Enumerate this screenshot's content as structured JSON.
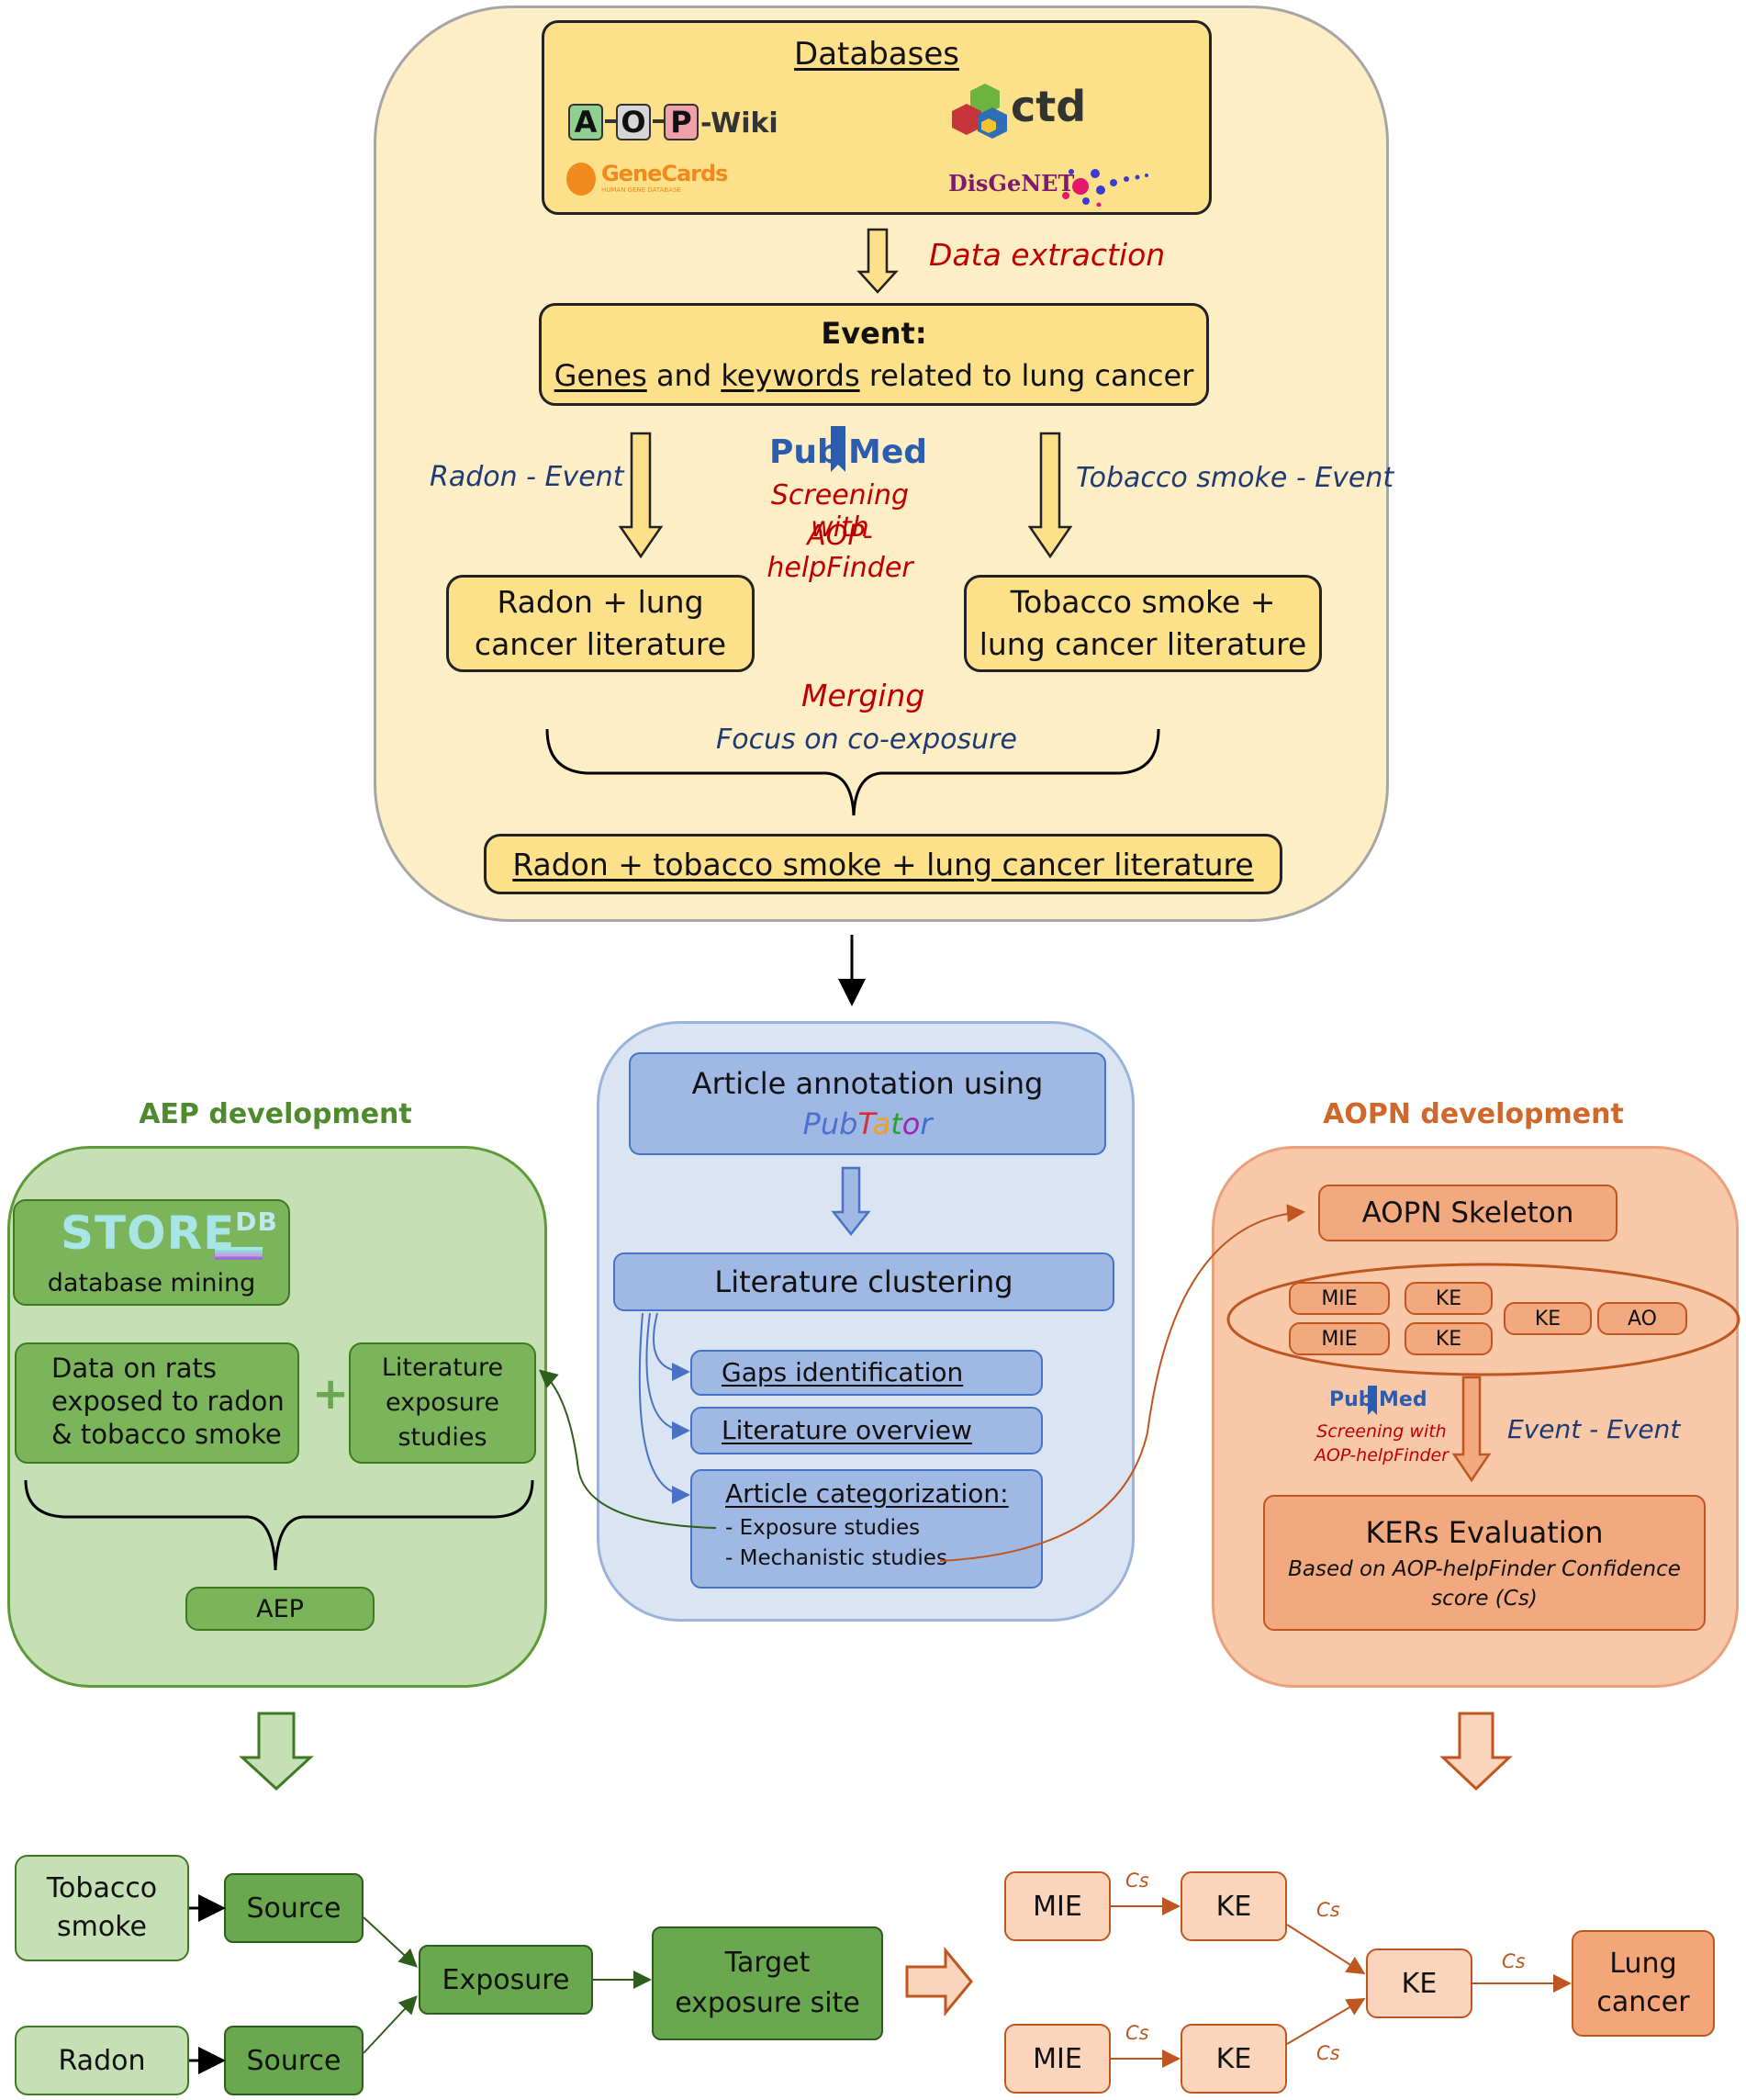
{
  "top": {
    "databases_title": "Databases",
    "logos": {
      "aop_letters": [
        "A",
        "O",
        "P"
      ],
      "aop_suffix": "-Wiki",
      "ctd": "ctd",
      "genecards": "GeneCards",
      "genecards_sub": "HUMAN GENE DATABASE",
      "disgenet": "DisGeNET"
    },
    "data_extraction": "Data extraction",
    "event_title": "Event:",
    "event_desc_genes": "Genes",
    "event_desc_and": " and ",
    "event_desc_keywords": "keywords",
    "event_desc_rest": " related to lung cancer",
    "radon_event": "Radon - Event",
    "tobacco_event": "Tobacco smoke - Event",
    "pubmed_pub": "Pub",
    "pubmed_med": "Med",
    "screening_line1": "Screening with",
    "screening_line2": "AOP-helpFinder",
    "radon_lit_line1": "Radon + lung",
    "radon_lit_line2": "cancer literature",
    "tobacco_lit_line1": "Tobacco smoke +",
    "tobacco_lit_line2": "lung cancer literature",
    "merging": "Merging",
    "focus": "Focus on co-exposure",
    "combined": "Radon + tobacco smoke + lung cancer literature"
  },
  "middle": {
    "annotation_line1": "Article annotation using",
    "pubtator_letters": [
      "P",
      "u",
      "b",
      "T",
      "a",
      "t",
      "o",
      "r"
    ],
    "clustering": "Literature clustering",
    "gaps": "Gaps identification",
    "overview": "Literature overview",
    "categorization": "Article categorization:",
    "exposure_studies": "- Exposure studies",
    "mechanistic_studies": "- Mechanistic studies"
  },
  "left": {
    "title": "AEP development",
    "store_text": "STORE",
    "store_sup": "DB",
    "db_mining": "database mining",
    "rats_line1": "Data on rats",
    "rats_line2": "exposed to radon",
    "rats_line3": "& tobacco smoke",
    "plus": "+",
    "lit_line1": "Literature",
    "lit_line2": "exposure",
    "lit_line3": "studies",
    "aep": "AEP"
  },
  "right": {
    "title": "AOPN development",
    "skeleton": "AOPN Skeleton",
    "mie": "MIE",
    "ke": "KE",
    "ao": "AO",
    "pubmed_pub": "Pub",
    "pubmed_med": "Med",
    "screening_line1": "Screening with",
    "screening_line2": "AOP-helpFinder",
    "event_event": "Event - Event",
    "kers_title": "KERs Evaluation",
    "kers_line1": "Based on AOP-helpFinder Confidence",
    "kers_line2": "score (Cs)"
  },
  "bottom_left": {
    "tobacco_line1": "Tobacco",
    "tobacco_line2": "smoke",
    "radon": "Radon",
    "source": "Source",
    "exposure": "Exposure",
    "target_line1": "Target",
    "target_line2": "exposure site"
  },
  "bottom_right": {
    "mie": "MIE",
    "ke": "KE",
    "cs": "Cs",
    "lung_line1": "Lung",
    "lung_line2": "cancer"
  },
  "colors": {
    "yellow_fill": "#fde08a",
    "blue_fill": "#9fb8e4",
    "green_fill": "#7cb45c",
    "orange_fill": "#f2a980",
    "red_text": "#c00000",
    "navy_text": "#1f3a73",
    "green_title": "#4e8a2e",
    "orange_title": "#d0682a"
  }
}
